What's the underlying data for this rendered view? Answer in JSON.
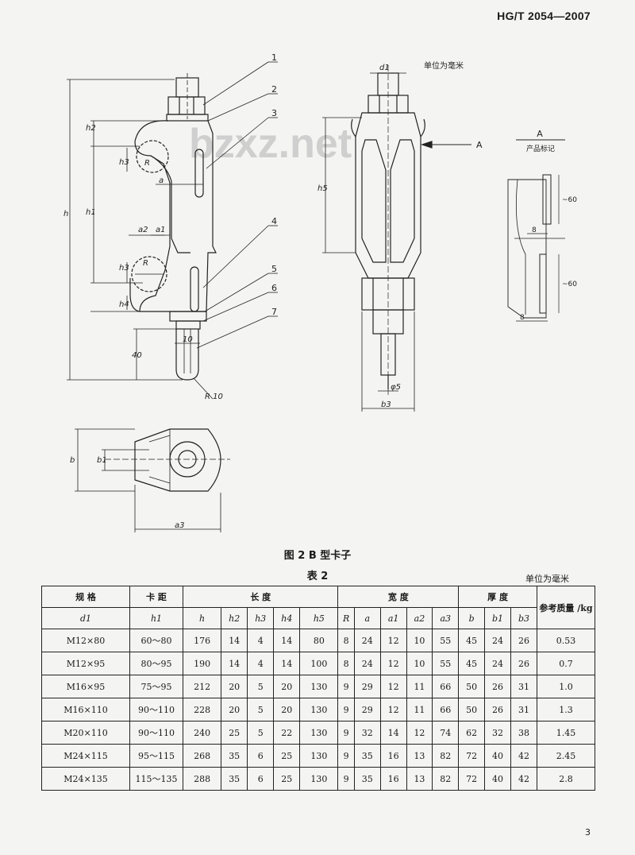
{
  "header": {
    "standard_no": "HG/T 2054—2007"
  },
  "figure": {
    "unit_note": "单位为毫米",
    "caption": "图 2  B 型卡子",
    "view_label": "A",
    "view_sublabel": "产品标记",
    "watermark": "bzxz.net",
    "callouts": [
      "1",
      "2",
      "3",
      "4",
      "5",
      "6",
      "7"
    ],
    "dims_left": [
      "h",
      "h2",
      "h3",
      "h1",
      "a",
      "a2",
      "a1",
      "h3",
      "h4",
      "40",
      "10",
      "R",
      "R",
      "R 10"
    ],
    "dims_middle": [
      "d1",
      "h5",
      "b3",
      "φ5"
    ],
    "dims_bottom": [
      "b",
      "b1",
      "a3"
    ],
    "dims_right": [
      "~60",
      "8",
      "~60",
      "8"
    ]
  },
  "table": {
    "title": "表 2",
    "unit_note": "单位为毫米",
    "group_headers": [
      {
        "label": "规 格"
      },
      {
        "label": "卡 距"
      },
      {
        "label": "长  度"
      },
      {
        "label": "宽    度"
      },
      {
        "label": "厚  度"
      },
      {
        "label": "参考质量 /kg"
      }
    ],
    "sub_headers": [
      "d1",
      "h1",
      "h",
      "h2",
      "h3",
      "h4",
      "h5",
      "R",
      "a",
      "a1",
      "a2",
      "a3",
      "b",
      "b1",
      "b3"
    ],
    "rows": [
      [
        "M12×80",
        "60～80",
        "176",
        "14",
        "4",
        "14",
        "80",
        "8",
        "24",
        "12",
        "10",
        "55",
        "45",
        "24",
        "26",
        "0.53"
      ],
      [
        "M12×95",
        "80～95",
        "190",
        "14",
        "4",
        "14",
        "100",
        "8",
        "24",
        "12",
        "10",
        "55",
        "45",
        "24",
        "26",
        "0.7"
      ],
      [
        "M16×95",
        "75～95",
        "212",
        "20",
        "5",
        "20",
        "130",
        "9",
        "29",
        "12",
        "11",
        "66",
        "50",
        "26",
        "31",
        "1.0"
      ],
      [
        "M16×110",
        "90～110",
        "228",
        "20",
        "5",
        "20",
        "130",
        "9",
        "29",
        "12",
        "11",
        "66",
        "50",
        "26",
        "31",
        "1.3"
      ],
      [
        "M20×110",
        "90～110",
        "240",
        "25",
        "5",
        "22",
        "130",
        "9",
        "32",
        "14",
        "12",
        "74",
        "62",
        "32",
        "38",
        "1.45"
      ],
      [
        "M24×115",
        "95～115",
        "268",
        "35",
        "6",
        "25",
        "130",
        "9",
        "35",
        "16",
        "13",
        "82",
        "72",
        "40",
        "42",
        "2.45"
      ],
      [
        "M24×135",
        "115～135",
        "288",
        "35",
        "6",
        "25",
        "130",
        "9",
        "35",
        "16",
        "13",
        "82",
        "72",
        "40",
        "42",
        "2.8"
      ]
    ]
  },
  "footer": {
    "page_number": "3"
  }
}
